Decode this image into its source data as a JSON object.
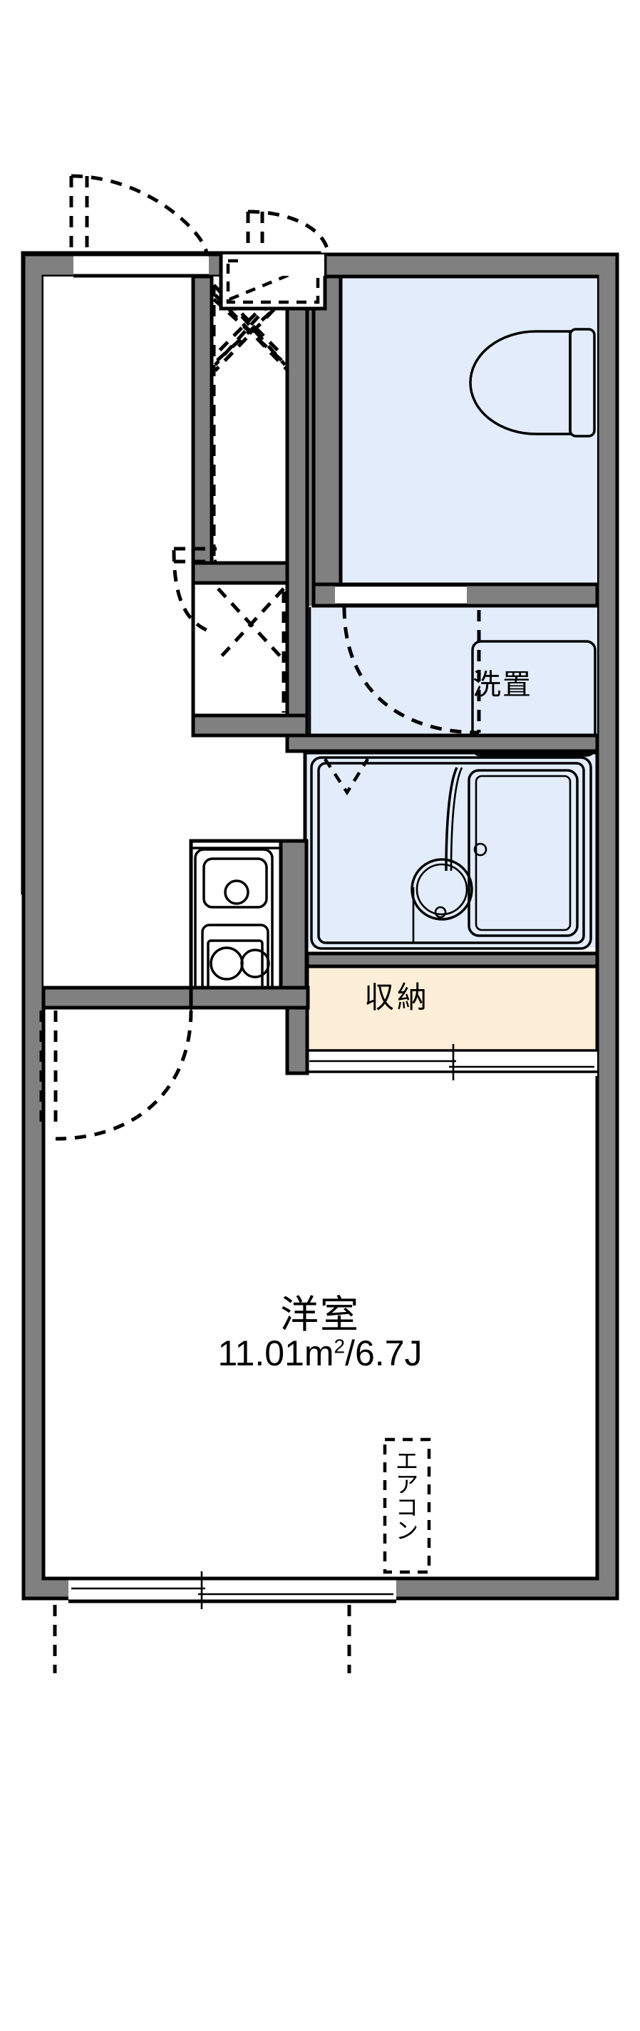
{
  "plan": {
    "type": "apartment-floor-plan",
    "layout_code": "1K",
    "orientation": "north-up",
    "rooms": [
      {
        "id": "western-room",
        "name": "洋室",
        "area_text": "11.01㎡/6.7J",
        "area_value": 11.01,
        "area_unit": "m2",
        "tatami": 6.7,
        "fill": "#ffffff"
      },
      {
        "id": "closet",
        "name": "収納",
        "fill": "#fdeed8"
      },
      {
        "id": "washer-space",
        "name": "洗置",
        "fill": "#e2ecfb"
      },
      {
        "id": "toilet",
        "name": "",
        "fill": "#e2ecfb"
      },
      {
        "id": "unit-bath",
        "name": "",
        "fill": "#e2ecfb"
      },
      {
        "id": "entrance",
        "name": "",
        "fill": "#ffffff"
      },
      {
        "id": "kitchen",
        "name": "",
        "fill": "#e2ecfb"
      }
    ],
    "equipment": [
      {
        "id": "air-conditioner",
        "name": "エアコン",
        "chars": [
          "エ",
          "ア",
          "コ",
          "ン"
        ]
      },
      {
        "id": "toilet-fixture",
        "name": "toilet"
      },
      {
        "id": "bathtub",
        "name": "bathtub"
      },
      {
        "id": "bath-basin",
        "name": "wash-basin"
      },
      {
        "id": "kitchen-sink",
        "name": "sink"
      },
      {
        "id": "gas-stove",
        "name": "two-burner-stove"
      },
      {
        "id": "shoe-box",
        "name": "shoe-cabinet"
      }
    ],
    "colors": {
      "wall_fill": "#808080",
      "wall_stroke": "#000000",
      "water_area": "#e2ecfb",
      "storage_area": "#fdeed8",
      "floor": "#ffffff",
      "line": "#000000"
    }
  },
  "labels": {
    "room_name": "洋室",
    "room_area": "11.01m",
    "room_area_sup": "2",
    "room_area_tail": "/6.7J",
    "closet": "収納",
    "washer": "洗置",
    "aircon_chars": [
      "エ",
      "ア",
      "コ",
      "ン"
    ]
  }
}
